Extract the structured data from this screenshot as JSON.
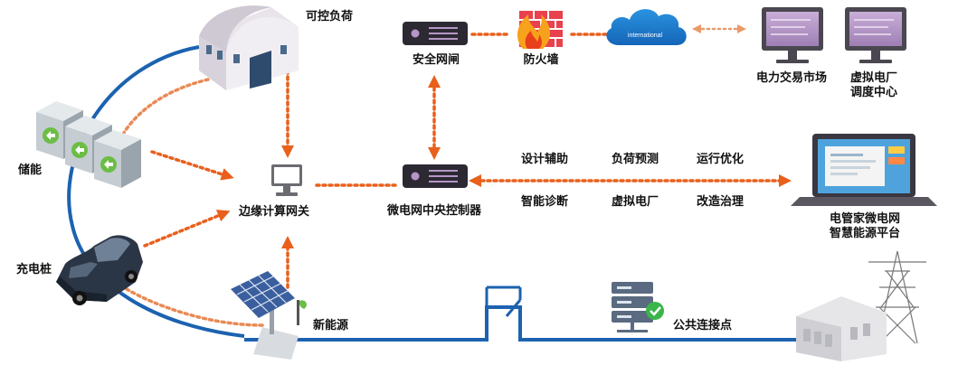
{
  "nodes": {
    "controllable_load": "可控负荷",
    "storage": "储能",
    "charging_pile": "充电桩",
    "new_energy": "新能源",
    "edge_gateway": "边缘计算网关",
    "security_gateway": "安全网闸",
    "firewall": "防火墙",
    "cloud": "international",
    "power_market": "电力交易市场",
    "vpp_dispatch_line1": "虚拟电厂",
    "vpp_dispatch_line2": "调度中心",
    "central_controller": "微电网中央控制器",
    "platform_line1": "电管家微电网",
    "platform_line2": "智慧能源平台",
    "pcc": "公共连接点"
  },
  "functions": [
    "设计辅助",
    "负荷预测",
    "运行优化",
    "智能诊断",
    "虚拟电厂",
    "改造治理"
  ],
  "colors": {
    "grid_line": "#1c62b0",
    "comm_arrow": "#e8601c",
    "device_dark": "#2c2933",
    "cloud": "#1a78cc",
    "firewall_brick": "#e9414d",
    "flame": "#f7a21b",
    "monitor_screen": "#b596c6"
  }
}
